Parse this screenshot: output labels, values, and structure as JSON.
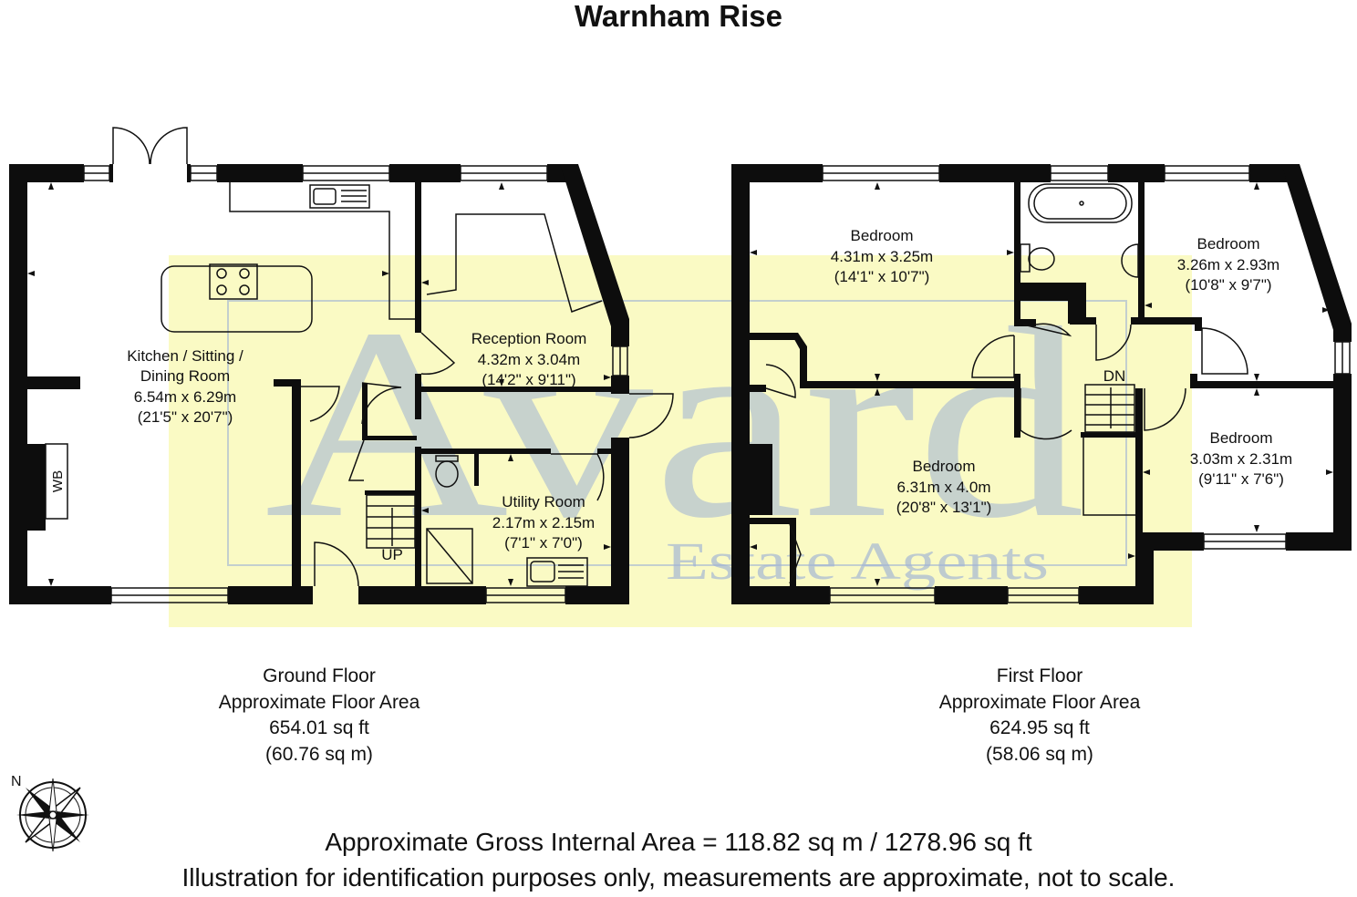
{
  "title": "Warnham Rise",
  "watermark": {
    "name": "Avard",
    "tagline": "Estate Agents",
    "band_color": "#fafac4",
    "text_color": "#9fb2d6"
  },
  "wall_color": "#0d0d0d",
  "ground_floor": {
    "rooms": [
      {
        "name": "Kitchen / Sitting /",
        "name2": "Dining Room",
        "metric": "6.54m x 6.29m",
        "imperial": "(21'5\" x 20'7\")"
      },
      {
        "name": "Reception Room",
        "metric": "4.32m x 3.04m",
        "imperial": "(14'2\" x 9'11\")"
      },
      {
        "name": "Utility Room",
        "metric": "2.17m x 2.15m",
        "imperial": "(7'1\" x 7'0\")"
      }
    ],
    "wb_label": "WB",
    "stairs_label": "UP",
    "caption": {
      "floor": "Ground Floor",
      "area_label": "Approximate Floor Area",
      "sqft": "654.01 sq ft",
      "sqm": "(60.76 sq m)"
    }
  },
  "first_floor": {
    "rooms": [
      {
        "name": "Bedroom",
        "metric": "4.31m x 3.25m",
        "imperial": "(14'1\" x 10'7\")"
      },
      {
        "name": "Bedroom",
        "metric": "3.26m x 2.93m",
        "imperial": "(10'8\" x 9'7\")"
      },
      {
        "name": "Bedroom",
        "metric": "6.31m x 4.0m",
        "imperial": "(20'8\" x 13'1\")"
      },
      {
        "name": "Bedroom",
        "metric": "3.03m x 2.31m",
        "imperial": "(9'11\" x 7'6\")"
      }
    ],
    "stairs_label": "DN",
    "caption": {
      "floor": "First Floor",
      "area_label": "Approximate Floor Area",
      "sqft": "624.95 sq ft",
      "sqm": "(58.06 sq m)"
    }
  },
  "compass_label": "N",
  "footer": {
    "gross_area": "Approximate Gross Internal Area = 118.82 sq m / 1278.96 sq ft",
    "disclaimer": "Illustration for identification purposes only, measurements are approximate, not to scale."
  }
}
